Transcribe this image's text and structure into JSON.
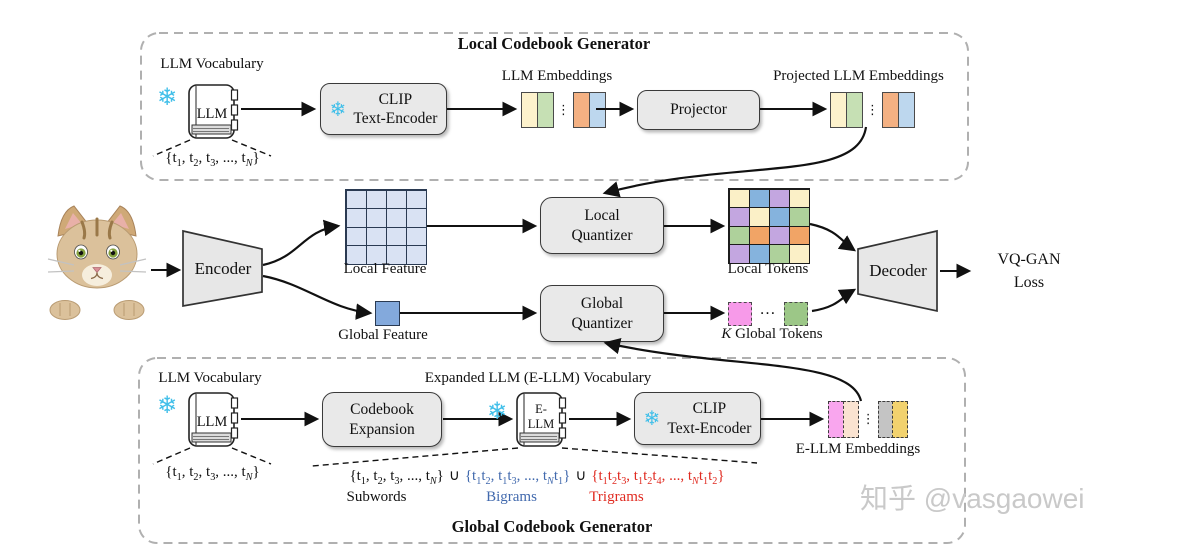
{
  "local_generator": {
    "title": "Local Codebook Generator",
    "vocab_label": "LLM Vocabulary",
    "book_label": "LLM",
    "vocab_set_html": "{t<sub>1</sub>, t<sub>2</sub>, t<sub>3</sub>, ..., t<sub><i>N</i></sub>}",
    "clip_line1": "CLIP",
    "clip_line2": "Text-Encoder",
    "embeddings_label": "LLM Embeddings",
    "projector_label": "Projector",
    "projected_label": "Projected LLM Embeddings"
  },
  "pipeline": {
    "encoder_label": "Encoder",
    "local_feature_label": "Local Feature",
    "global_feature_label": "Global Feature",
    "local_q_line1": "Local",
    "local_q_line2": "Quantizer",
    "global_q_line1": "Global",
    "global_q_line2": "Quantizer",
    "local_tokens_label": "Local Tokens",
    "k_global_tokens_html": "<i>K</i> Global Tokens",
    "decoder_label": "Decoder",
    "loss_line1": "VQ-GAN",
    "loss_line2": "Loss"
  },
  "global_generator": {
    "title": "Global Codebook Generator",
    "vocab_label": "LLM Vocabulary",
    "book_label": "LLM",
    "vocab_set_html": "{t<sub>1</sub>, t<sub>2</sub>, t<sub>3</sub>, ..., t<sub><i>N</i></sub>}",
    "expanded_vocab_label": "Expanded LLM (E-LLM) Vocabulary",
    "codebook_line1": "Codebook",
    "codebook_line2": "Expansion",
    "ellm_line1": "E-",
    "ellm_line2": "LLM",
    "clip_line1": "CLIP",
    "clip_line2": "Text-Encoder",
    "embeddings_label": "E-LLM Embeddings",
    "set_subwords_html": "{t<sub>1</sub>, t<sub>2</sub>, t<sub>3</sub>, ..., t<sub><i>N</i></sub>}",
    "set_union": "∪",
    "set_bigrams_html": "{t<sub>1</sub>t<sub>2</sub>, t<sub>1</sub>t<sub>3</sub>, ..., t<sub><i>N</i></sub>t<sub>1</sub>}",
    "set_trigrams_html": "{t<sub>1</sub>t<sub>2</sub>t<sub>3</sub>, t<sub>1</sub>t<sub>2</sub>t<sub>4</sub>, ..., t<sub><i>N</i></sub>t<sub>1</sub>t<sub>2</sub>}",
    "cap_subwords": "Subwords",
    "cap_bigrams": "Bigrams",
    "cap_trigrams": "Trigrams"
  },
  "watermark": {
    "text": "知乎 @vasgaowei"
  },
  "icons": {
    "snowflake": "❄",
    "vdots": "⋮",
    "hdots": "…"
  },
  "colors": {
    "snowflake": "#41bfe9",
    "bigram_blue": "#4169ad",
    "trigram_red": "#e02a20",
    "watermark": "#c9c9c9",
    "global_feature": "#83a9dc",
    "token_pink": "#f79ae9",
    "token_green": "#9cc787"
  },
  "palette": {
    "cream": "#fbf0c7",
    "blue": "#85b3dd",
    "purple": "#c3a6e0",
    "green": "#aed19b",
    "orange": "#f1a466"
  },
  "grids": {
    "local_feature": {
      "rows": 4,
      "cols": 4,
      "cell_color": "#d9e2f3"
    },
    "local_tokens": {
      "cells": [
        [
          "cream",
          "blue",
          "purple",
          "cream"
        ],
        [
          "purple",
          "cream",
          "blue",
          "green"
        ],
        [
          "green",
          "orange",
          "purple",
          "orange"
        ],
        [
          "purple",
          "blue",
          "green",
          "cream"
        ]
      ]
    }
  },
  "embeddings": {
    "llm_bar_colors": [
      "#fdf2cc",
      "#c6e0b4",
      "#f4b183",
      "#bdd7ee"
    ],
    "ellm_bar_colors": [
      "#f9a6ee",
      "#fae3d1",
      "#c4c4c4",
      "#f2d26e"
    ]
  }
}
